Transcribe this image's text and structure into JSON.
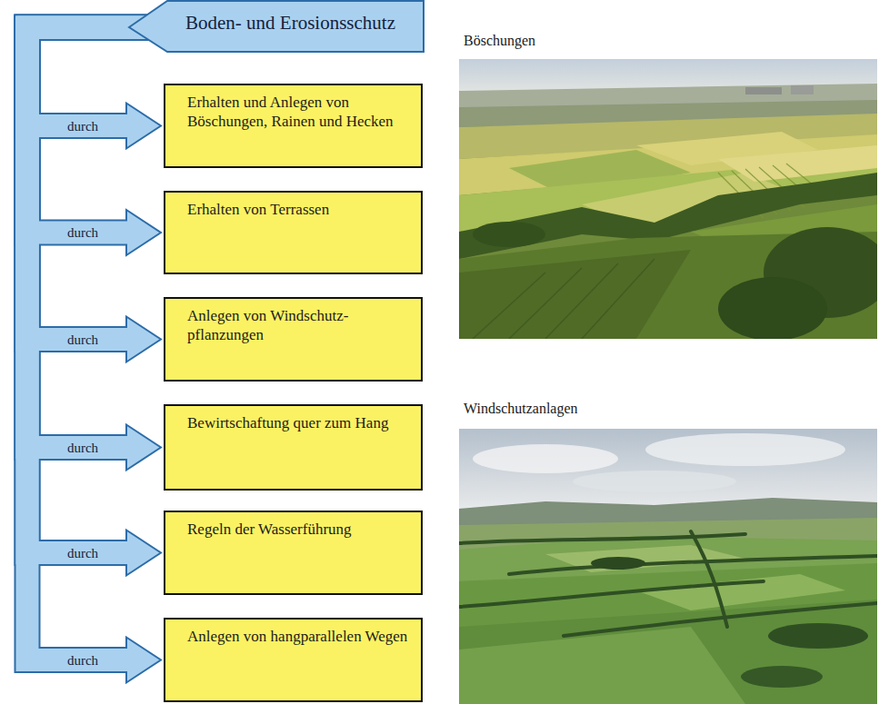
{
  "diagram": {
    "nodes": [
      {
        "text": [
          "Boden- und Erosionsschutz"
        ]
      },
      {
        "text": [
          "Erhalten und Anlegen von Böschungen, Rainen und Hecken"
        ]
      },
      {
        "text": [
          "Erhalten von Terrassen"
        ]
      },
      {
        "text": [
          "Anlegen von Windschutz-pflanzungen"
        ]
      },
      {
        "text": [
          "Bewirtschaftung quer zum Hang"
        ]
      },
      {
        "text": [
          "Regeln der Wasserführung"
        ]
      },
      {
        "text": [
          "Anlegen von hangparallelen Wegen"
        ]
      }
    ],
    "edges": [
      {
        "from": 0,
        "to": 1,
        "arrow": "to",
        "label": "durch"
      },
      {
        "from": 0,
        "to": 2,
        "arrow": "to",
        "label": "durch"
      },
      {
        "from": 0,
        "to": 3,
        "arrow": "to",
        "label": "durch"
      },
      {
        "from": 0,
        "to": 4,
        "arrow": "to",
        "label": "durch"
      },
      {
        "from": 0,
        "to": 5,
        "arrow": "to",
        "label": "durch"
      },
      {
        "from": 0,
        "to": 6,
        "arrow": "to",
        "label": "durch"
      }
    ],
    "labels": [
      "Böschungen",
      "Windschutzanlagen"
    ]
  }
}
